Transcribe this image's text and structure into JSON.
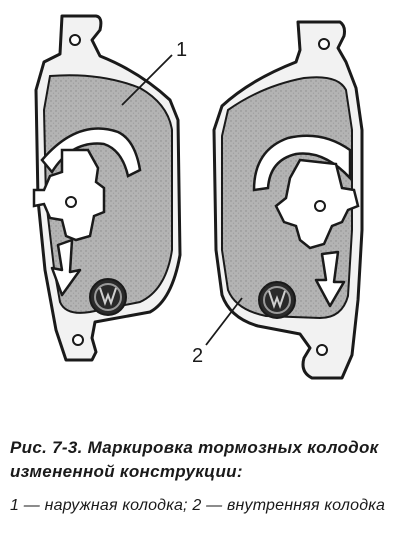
{
  "figure": {
    "callouts": [
      {
        "id": "outer",
        "label": "1"
      },
      {
        "id": "inner",
        "label": "2"
      }
    ]
  },
  "caption": {
    "title": "Рис. 7-3. Маркировка тормозных колодок измененной конструкции:",
    "legend": "1 — наружная колодка; 2 — внутренняя колодка"
  },
  "colors": {
    "pad_fill": "#b8b8b8",
    "outline": "#1a1a1a",
    "background": "#ffffff"
  }
}
